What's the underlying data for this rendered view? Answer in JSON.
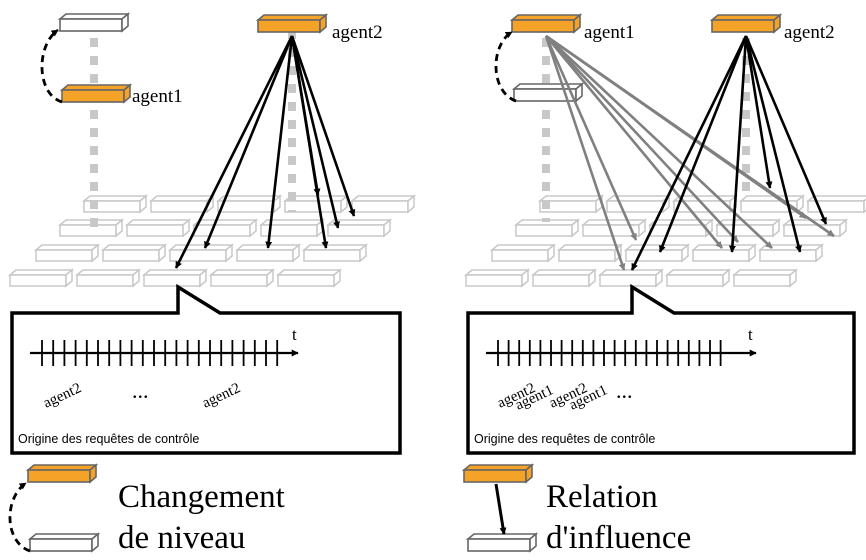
{
  "left_panel": {
    "agent_top_label": "agent2",
    "agent_mid_label": "agent1",
    "timeline_axis_label": "t",
    "timeline_tick_labels": [
      "agent2",
      "agent2"
    ],
    "timeline_ellipsis": "...",
    "caption": "Origine des requêtes de contrôle"
  },
  "right_panel": {
    "agent_left_label": "agent1",
    "agent_right_label": "agent2",
    "timeline_axis_label": "t",
    "timeline_tick_labels": [
      "agent2",
      "agent1",
      "agent2",
      "agent1"
    ],
    "timeline_ellipsis": "...",
    "caption": "Origine des requêtes de contrôle"
  },
  "legend": {
    "level_change_line1": "Changement",
    "level_change_line2": "de niveau",
    "influence_line1": "Relation",
    "influence_line2": "d'influence"
  },
  "colors": {
    "agent_fill": "#f5a229",
    "agent_outline": "#777777",
    "tile_outline": "#c8c8c8",
    "dotted_link": "#c8c8c8",
    "influence_arrow_primary": "#000000",
    "influence_arrow_secondary": "#808080"
  }
}
